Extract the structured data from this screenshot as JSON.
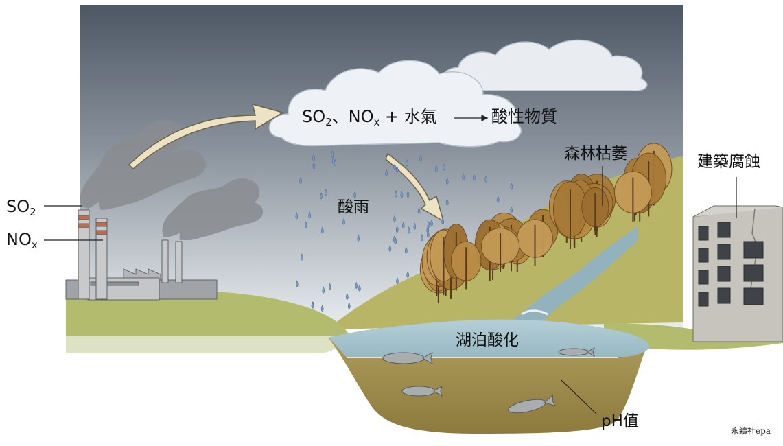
{
  "diagram": {
    "emission_labels": {
      "so2": {
        "base": "SO",
        "sub": "2"
      },
      "nox": {
        "base": "NO",
        "sub": "x"
      }
    },
    "reaction": {
      "so2": {
        "base": "SO",
        "sub": "2"
      },
      "separator": "、",
      "nox": {
        "base": "NO",
        "sub": "x"
      },
      "plus_water": " + 水氣",
      "product": "酸性物質"
    },
    "labels": {
      "acid_rain": "酸雨",
      "forest": "森林枯萎",
      "building": "建築腐蝕",
      "lake": "湖泊酸化",
      "ph": "pH值"
    },
    "watermark": "永續社epa"
  },
  "colors": {
    "sky_top": "#4e5865",
    "sky_bottom": "#e9edf0",
    "cloud": "#eef1f5",
    "smoke": "#7c7f83",
    "arrow": "#ede3c4",
    "grass": "#b3bc6e",
    "forest": "#a87a37",
    "water": "#a7c3cd",
    "mud": "#a39252",
    "rain": "#7d9bc1"
  }
}
